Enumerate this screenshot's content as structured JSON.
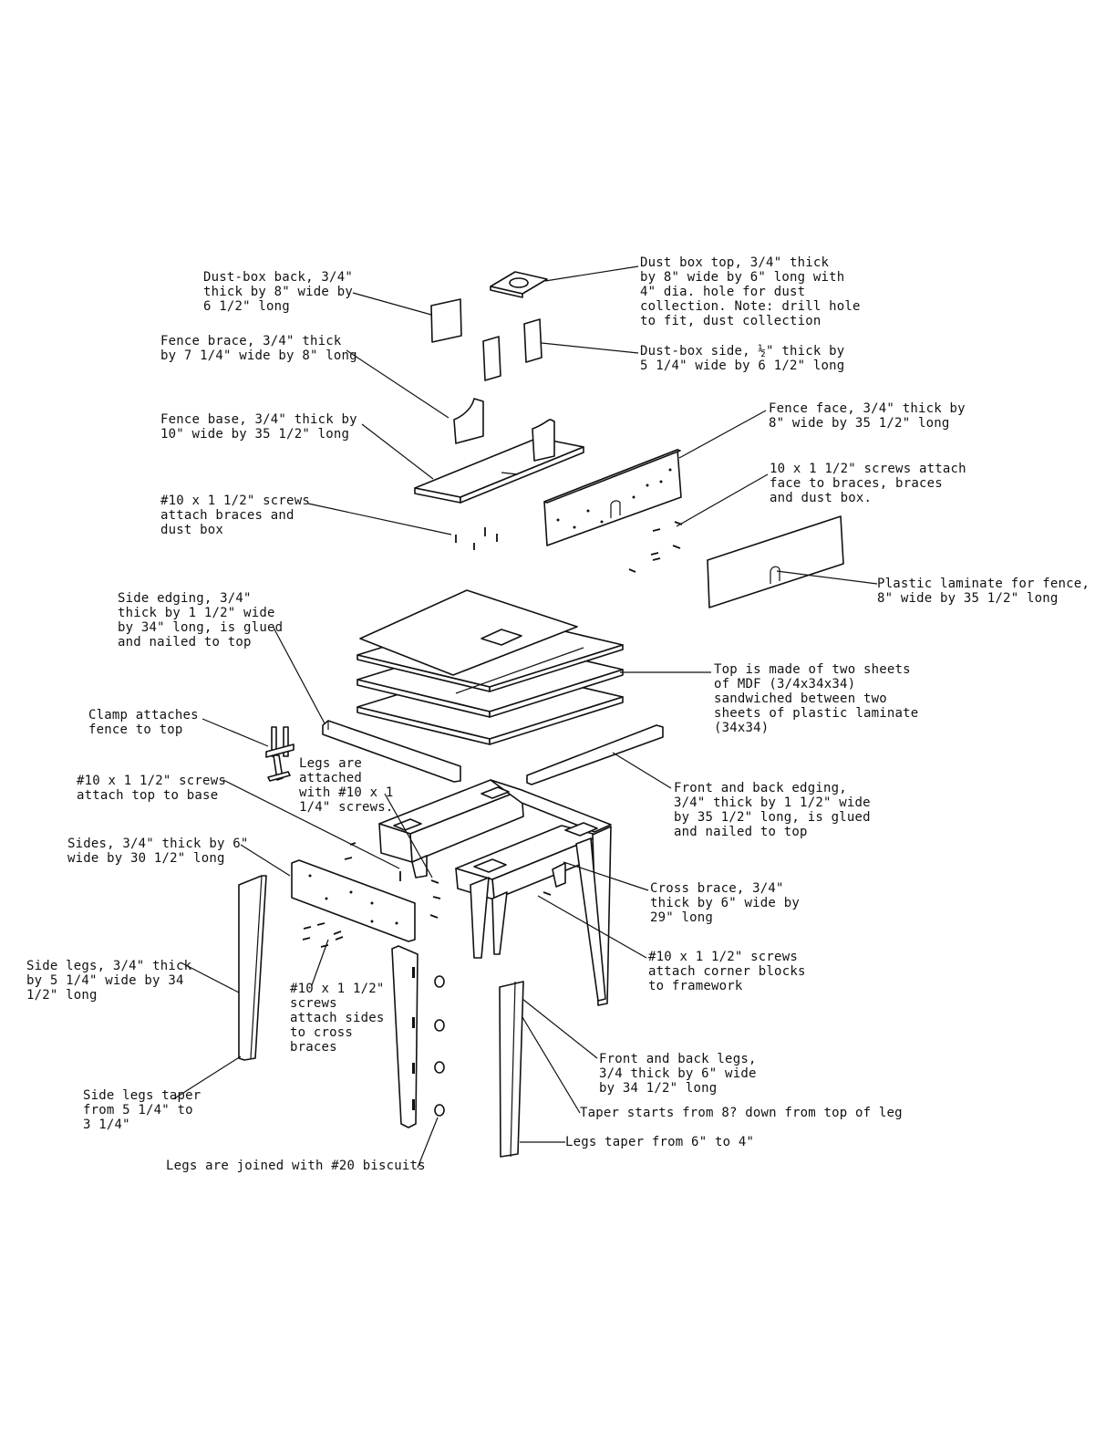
{
  "labels": {
    "dust_box_back": "Dust-box back, 3/4\"\nthick by 8\" wide by\n6 1/2\" long",
    "dust_box_top": "Dust box top, 3/4\" thick\nby 8\" wide by 6\" long with\n4\" dia. hole for dust\ncollection. Note: drill hole\nto fit, dust collection",
    "dust_box_side": "Dust-box side, ½\" thick by\n5 1/4\" wide by 6 1/2\" long",
    "fence_brace": "Fence brace, 3/4\" thick\nby 7 1/4\" wide by 8\" long",
    "fence_base": "Fence base, 3/4\" thick by\n10\" wide by 35 1/2\" long",
    "fence_face": "Fence face, 3/4\" thick by\n8\" wide by 35 1/2\" long",
    "screws_braces": "#10 x 1 1/2\" screws\nattach braces and\ndust box",
    "screws_face": "10 x 1 1/2\" screws attach\nface to braces, braces\nand dust box.",
    "plastic_laminate": "Plastic laminate for fence,\n8\" wide by 35 1/2\" long",
    "side_edging": "Side edging, 3/4\"\nthick by 1 1/2\" wide\nby 34\" long, is glued\nand nailed to top",
    "top": "Top is made of two sheets\nof MDF (3/4x34x34)\nsandwiched between two\nsheets of plastic laminate\n(34x34)",
    "clamp": "Clamp attaches\nfence to top",
    "legs_attached": "Legs are\nattached\nwith #10 x 1\n1/4\" screws.",
    "screws_top": "#10 x 1 1/2\" screws\nattach top to base",
    "front_back_edging": "Front and back edging,\n3/4\" thick by 1 1/2\" wide\nby 35 1/2\" long, is glued\nand nailed to top",
    "sides": "Sides, 3/4\" thick by 6\"\nwide by 30 1/2\" long",
    "cross_brace": "Cross brace, 3/4\"\nthick by 6\" wide by\n29\" long",
    "screws_corner": "#10 x 1 1/2\" screws\nattach corner blocks\nto framework",
    "side_legs": "Side legs, 3/4\" thick\nby 5 1/4\" wide by 34\n1/2\" long",
    "screws_sides": "#10 x 1 1/2\"\nscrews\nattach sides\nto cross\nbraces",
    "front_back_legs": "Front and back legs,\n3/4 thick by 6\" wide\nby 34 1/2\" long",
    "taper_start": "Taper starts from 8? down from top of leg",
    "side_legs_taper": "Side legs taper\nfrom 5 1/4\" to\n3 1/4\"",
    "legs_taper": "Legs taper from 6\" to 4\"",
    "biscuits": "Legs are joined with #20 biscuits"
  }
}
